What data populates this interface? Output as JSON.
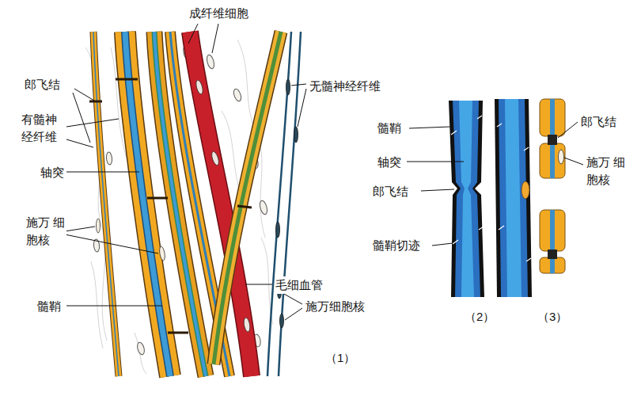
{
  "diagram": {
    "labels": [
      "成纤维细胞",
      "郎飞结",
      "有髓神 经纤维",
      "轴突",
      "施万 细胞核",
      "髓鞘",
      "无髓神经纤维",
      "毛细血管",
      "施万细胞核",
      "（1）",
      "髓鞘",
      "轴突",
      "郎飞结",
      "髓鞘切迹",
      "（2）",
      "（3）",
      "郎飞结",
      "施万 细胞核"
    ]
  }
}
